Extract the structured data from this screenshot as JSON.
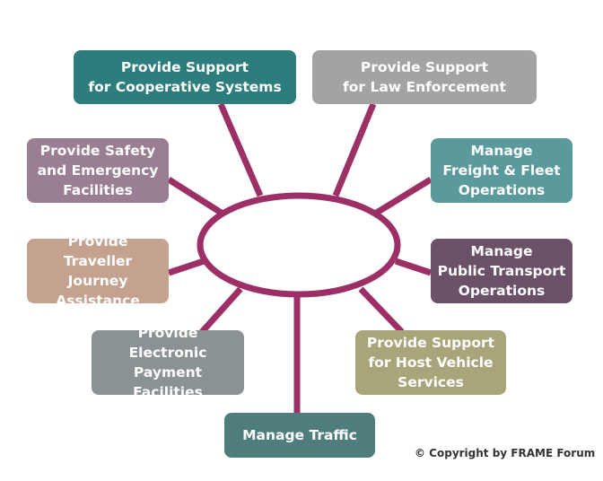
{
  "colors": {
    "connector": "#9b2f66",
    "hub_fill": "#ffffff"
  },
  "nodes": {
    "cooperative_systems": {
      "label": "Provide Support\nfor Cooperative Systems",
      "color": "#2e7d7d"
    },
    "law_enforcement": {
      "label": "Provide Support\nfor Law Enforcement",
      "color": "#a3a3a3"
    },
    "safety_emergency": {
      "label": "Provide Safety\nand Emergency\nFacilities",
      "color": "#9a7e92"
    },
    "freight_fleet": {
      "label": "Manage\nFreight & Fleet\nOperations",
      "color": "#5b9a9c"
    },
    "traveller_journey": {
      "label": "Provide Traveller\nJourney\nAssistance",
      "color": "#c4a28f"
    },
    "public_transport": {
      "label": "Manage\nPublic Transport\nOperations",
      "color": "#6b5168"
    },
    "electronic_payment": {
      "label": "Provide\nElectronic\nPayment Facilities",
      "color": "#8b9294"
    },
    "host_vehicle": {
      "label": "Provide Support\nfor Host Vehicle\nServices",
      "color": "#a9a57a"
    },
    "manage_traffic": {
      "label": "Manage Traffic",
      "color": "#4e7d7c"
    }
  },
  "copyright": "© Copyright by FRAME Forum"
}
